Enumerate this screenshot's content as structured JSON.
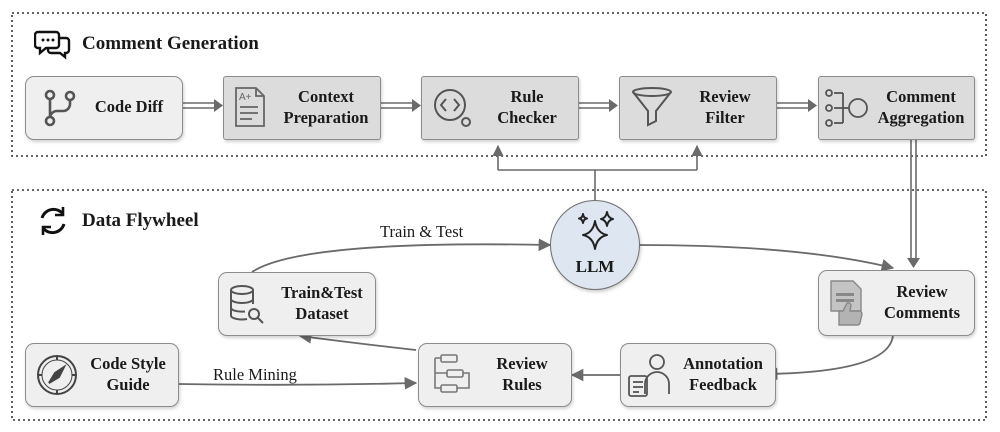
{
  "sections": {
    "comment_generation": "Comment Generation",
    "data_flywheel": "Data Flywheel"
  },
  "nodes": {
    "code_diff": [
      "Code Diff"
    ],
    "context_preparation": [
      "Context",
      "Preparation"
    ],
    "rule_checker": [
      "Rule",
      "Checker"
    ],
    "review_filter": [
      "Review",
      "Filter"
    ],
    "comment_aggregation": [
      "Comment",
      "Aggregation"
    ],
    "llm": "LLM",
    "train_test_dataset": [
      "Train&Test",
      "Dataset"
    ],
    "review_comments": [
      "Review",
      "Comments"
    ],
    "code_style_guide": [
      "Code Style",
      "Guide"
    ],
    "review_rules": [
      "Review",
      "Rules"
    ],
    "annotation_feedback": [
      "Annotation",
      "Feedback"
    ]
  },
  "edge_labels": {
    "train_test": "Train & Test",
    "rule_mining": "Rule Mining"
  },
  "colors": {
    "box_fill": "#efefef",
    "box_fill_dark": "#dcdcdc",
    "llm_fill": "#dde6f1",
    "arrow": "#6a6a6a",
    "dotted_border": "#333333"
  },
  "icons": {
    "comment_generation": "chat-bubbles-icon",
    "data_flywheel": "refresh-cycle-icon",
    "code_diff": "git-branch-icon",
    "context_preparation": "document-edit-icon",
    "rule_checker": "code-search-icon",
    "review_filter": "funnel-icon",
    "comment_aggregation": "aggregation-icon",
    "llm": "sparkles-icon",
    "train_test_dataset": "database-search-icon",
    "review_comments": "document-thumbsup-icon",
    "code_style_guide": "compass-icon",
    "review_rules": "rules-flow-icon",
    "annotation_feedback": "user-feedback-icon"
  }
}
